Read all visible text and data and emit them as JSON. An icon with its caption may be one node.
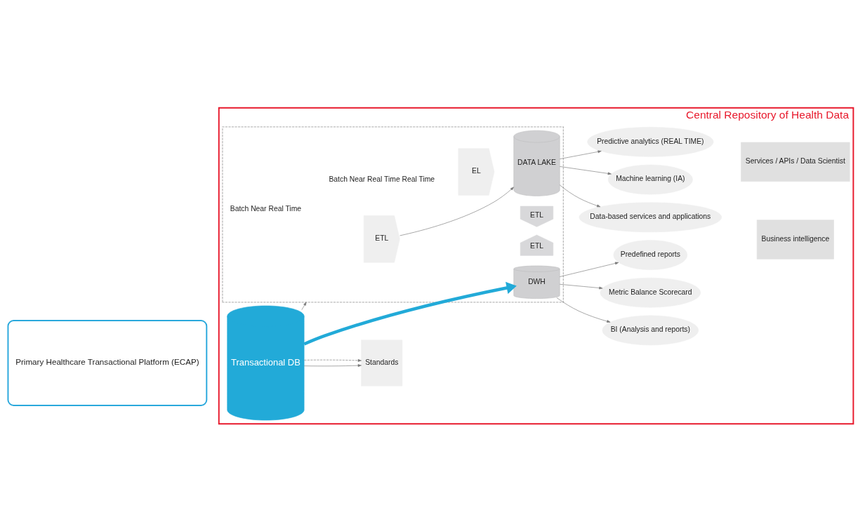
{
  "diagram": {
    "nodes": [
      {
        "text": [
          "Primary Healthcare Transactional Platform (ECAP)"
        ]
      },
      {
        "text": [
          "Central Repository of Health Data"
        ]
      },
      {
        "text": [
          "Transactional DB"
        ],
        "in": 1
      },
      {
        "text": [
          "Standards"
        ],
        "in": 1
      },
      {
        "text": [],
        "shape": "box",
        "in": 1
      },
      {
        "text": [
          "ETL"
        ],
        "in": 4
      },
      {
        "text": [
          "EL"
        ],
        "in": 4
      },
      {
        "text": [
          "DWH"
        ],
        "in": 4
      },
      {
        "text": [
          "ETL"
        ],
        "in": 4
      },
      {
        "text": [
          "ETL"
        ],
        "in": 4
      },
      {
        "text": [
          "DATA LAKE"
        ],
        "in": 4
      },
      {
        "text": [
          "BI (Analysis and reports)"
        ],
        "in": 1
      },
      {
        "text": [
          "Metric Balance Scorecard"
        ],
        "in": 1
      },
      {
        "text": [
          "Predefined reports"
        ],
        "in": 1
      },
      {
        "text": [
          "Data-based services and applications"
        ],
        "in": 1
      },
      {
        "text": [
          "Machine learning (IA)"
        ],
        "in": 1
      },
      {
        "text": [
          "Predictive analytics (REAL TIME)"
        ],
        "in": 1
      },
      {
        "text": [
          "Business intelligence"
        ],
        "in": 1
      },
      {
        "text": [
          "Services / APIs / Data Scientist"
        ],
        "in": 1
      }
    ],
    "edges": [
      {
        "from": 2,
        "to": 3,
        "arrow": "to"
      },
      {
        "from": 2,
        "to": 3,
        "arrow": "to",
        "style": "dashed"
      },
      {
        "from": 2,
        "to": 7,
        "arrow": "to",
        "style": "thick",
        "color": "#22aad8"
      },
      {
        "from": 2,
        "to": 4,
        "arrow": "to"
      },
      {
        "from": 5,
        "to": 10,
        "arrow": "to"
      },
      {
        "from": 7,
        "to": 11,
        "arrow": "to"
      },
      {
        "from": 7,
        "to": 12,
        "arrow": "to"
      },
      {
        "from": 7,
        "to": 13,
        "arrow": "to"
      },
      {
        "from": 10,
        "to": 14,
        "arrow": "to"
      },
      {
        "from": 10,
        "to": 15,
        "arrow": "to"
      },
      {
        "from": 10,
        "to": 16,
        "arrow": "to"
      }
    ],
    "labels": [
      "Batch Near Real Time",
      "Batch Near Real Time Real Time"
    ]
  }
}
